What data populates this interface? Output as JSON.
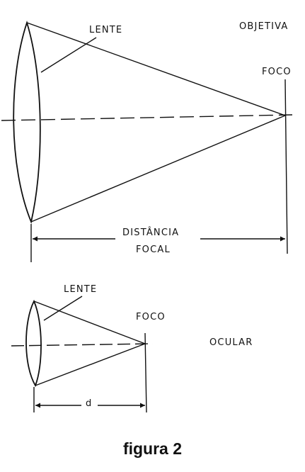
{
  "objective": {
    "title": "OBJETIVA",
    "lens_label": "LENTE",
    "focus_label": "FOCO",
    "dimension_label_line1": "DISTÂNCIA",
    "dimension_label_line2": "FOCAL"
  },
  "eyepiece": {
    "title": "OCULAR",
    "lens_label": "LENTE",
    "focus_label": "FOCO",
    "dimension_label": "d"
  },
  "caption": "figura 2",
  "colors": {
    "ink": "#111111",
    "background": "#ffffff"
  }
}
